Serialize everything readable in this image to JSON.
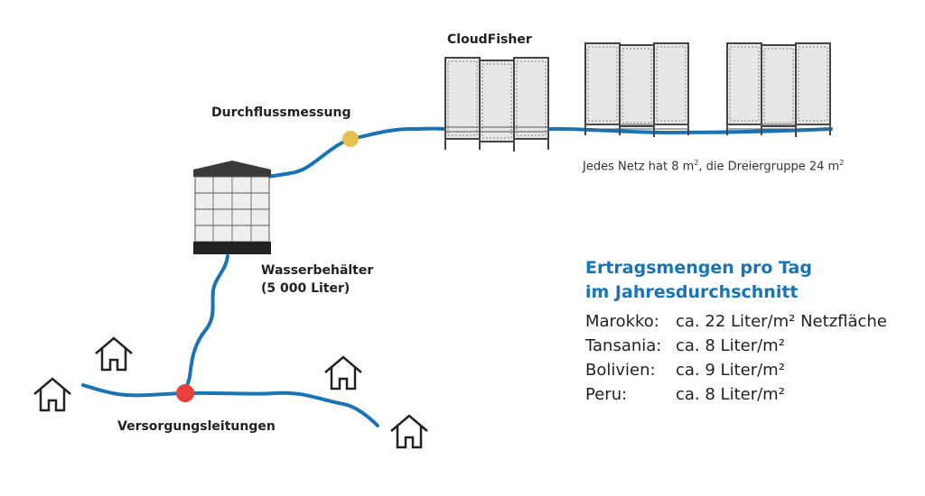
{
  "labels": {
    "cloudfisher": "CloudFisher",
    "flow_meter": "Durchflussmessung",
    "tank_name": "Wasserbehälter",
    "tank_capacity": "(5 000 Liter)",
    "supply_lines": "Versorgungsleitungen"
  },
  "net_note": {
    "part1": "Jedes Netz hat 8 m",
    "sup1": "2",
    "part2": ", die Dreiergruppe 24 m",
    "sup2": "2"
  },
  "yield": {
    "title_line1": "Ertragsmengen pro Tag",
    "title_line2": "im Jahresdurchschnitt",
    "rows": [
      {
        "country": "Marokko:",
        "value": "ca. 22 Liter/m² Netzfläche"
      },
      {
        "country": "Tansania:",
        "value": "ca. 8 Liter/m²"
      },
      {
        "country": "Bolivien:",
        "value": "ca. 9 Liter/m²"
      },
      {
        "country": "Peru:",
        "value": "ca. 8 Liter/m²"
      }
    ]
  },
  "colors": {
    "pipe": "#1a73b5",
    "flow_meter": "#e5c04a",
    "junction": "#e8403a",
    "net_fill": "#e6e6e6",
    "frame": "#444444"
  }
}
